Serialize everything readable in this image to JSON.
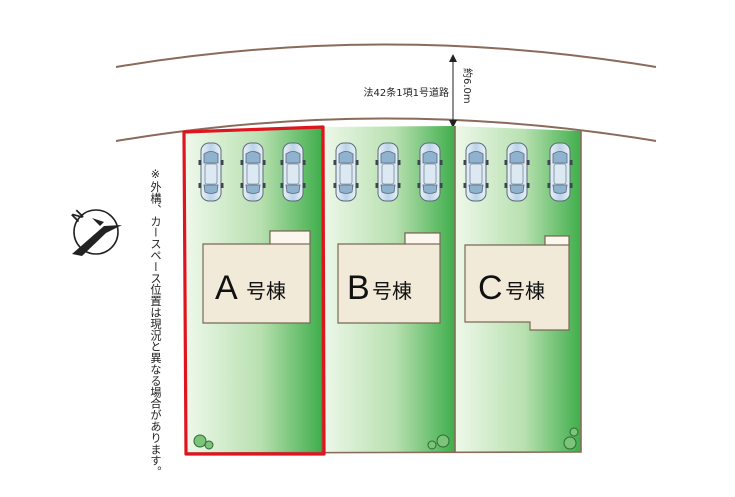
{
  "road": {
    "label": "法42条1項1号道路",
    "width_label": "約6.0m"
  },
  "note": "※外構、カースペース位置は現況と異なる場合があります。",
  "compass": {
    "letter": "N",
    "icon": "north-arrow-icon"
  },
  "lots": [
    {
      "id": "A",
      "letter": "A",
      "suffix": "号棟",
      "highlighted": true
    },
    {
      "id": "B",
      "letter": "B",
      "suffix": "号棟",
      "highlighted": false
    },
    {
      "id": "C",
      "letter": "C",
      "suffix": "号棟",
      "highlighted": false
    }
  ],
  "colors": {
    "highlight": "#e0141e",
    "lot_green_dark": "#3fae4b",
    "lot_green_light": "#eef8ea",
    "house": "#f1ead8",
    "road_line": "#8a6a5a",
    "car_body": "#c9dcec"
  }
}
